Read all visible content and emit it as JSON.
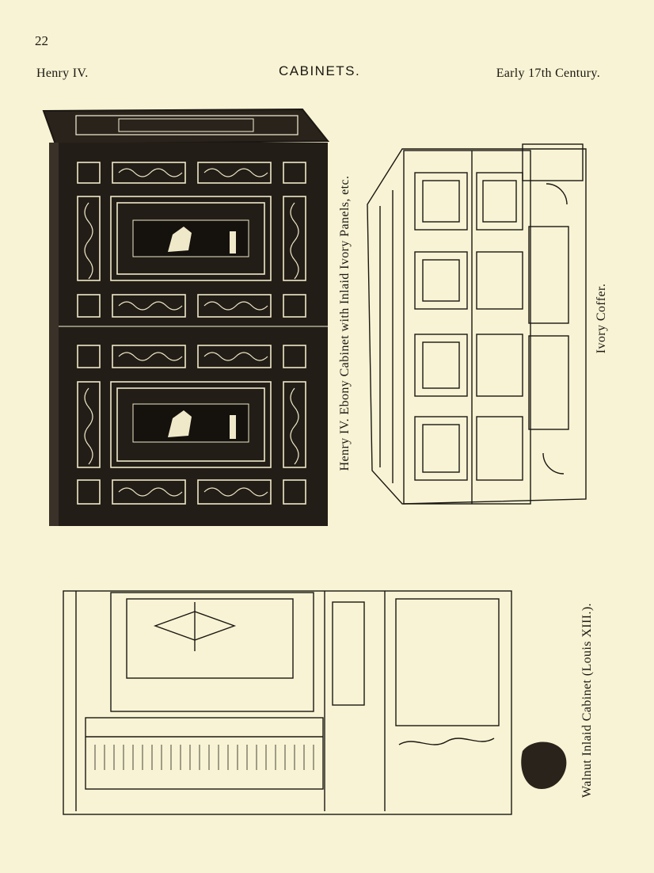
{
  "page": {
    "number": "22",
    "header_left": "Henry IV.",
    "header_center": "CABINETS.",
    "header_right": "Early 17th Century."
  },
  "figures": [
    {
      "caption": "Henry IV. Ebony Cabinet with Inlaid Ivory Panels, etc."
    },
    {
      "caption": "Ivory Coffer."
    },
    {
      "caption": "Walnut Inlaid Cabinet (Louis XIII.)."
    }
  ],
  "colors": {
    "paper": "#f7f3d4",
    "ink": "#1b1712"
  }
}
